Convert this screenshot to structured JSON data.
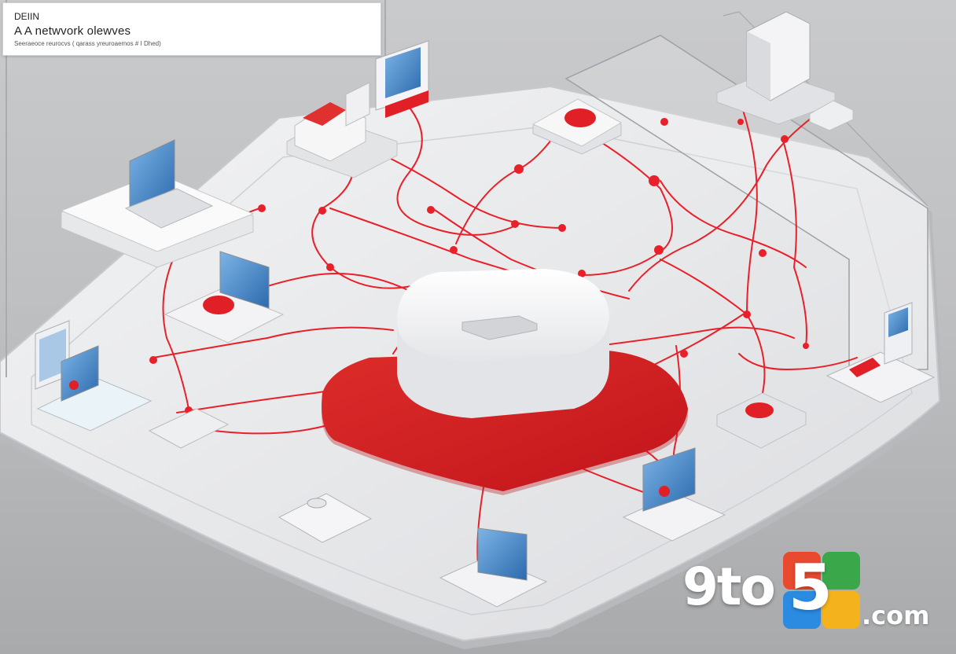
{
  "caption": {
    "line1": "DEIIN",
    "line2": "A A netwvork olewves",
    "line3": "Seeraeoce reurocvs ( qarass yreuroaemos # I Dhed)"
  },
  "watermark": {
    "prefix": "9to",
    "digit": "5",
    "suffix": ".com",
    "tile_colors": [
      "#e8492f",
      "#3aa84a",
      "#2a8be0",
      "#f4b21c"
    ]
  },
  "colors": {
    "cable": "#e8202a",
    "hub_base": "#e02226",
    "platform": "#e6e7e9",
    "screen": "#4a86c8"
  },
  "scene": {
    "central_hub": "router",
    "devices": [
      "laptop",
      "laptop",
      "tablet",
      "printer",
      "computer-tower",
      "router-puck",
      "laptop",
      "monitor",
      "keyboard",
      "laptop",
      "tablet-stand",
      "router-puck",
      "laptop",
      "device-stand"
    ]
  }
}
